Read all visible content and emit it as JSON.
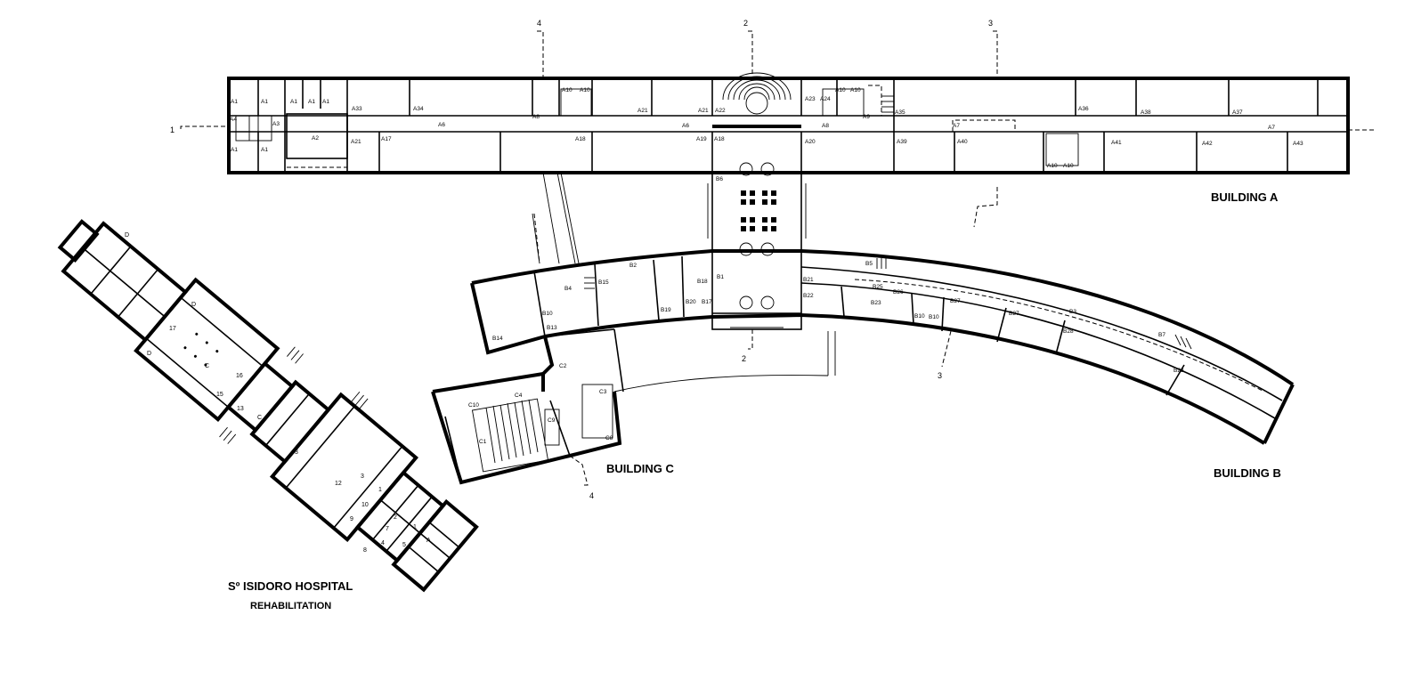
{
  "titles": {
    "building_a": "BUILDING A",
    "building_b": "BUILDING B",
    "building_c": "BUILDING C",
    "hospital": "Sº ISIDORO HOSPITAL",
    "rehabilitation": "REHABILITATION"
  },
  "section_markers": {
    "s1": "1",
    "s2_top": "2",
    "s2_bottom": "2",
    "s3_top": "3",
    "s3_bottom": "3",
    "s4_top": "4",
    "s4_bottom": "4"
  },
  "building_a_rooms": {
    "a1_1": "A1",
    "a1_2": "A1",
    "a1_3": "A1",
    "a1_4": "A1",
    "a1_5": "A1",
    "a1_6": "A1",
    "a1_7": "A1",
    "a2": "A2",
    "a3": "A3",
    "a4": "A4",
    "a5": "A5",
    "a6_1": "A6",
    "a6_2": "A6",
    "a7_1": "A7",
    "a7_2": "A7",
    "a8_1": "A8",
    "a8_2": "A8",
    "a9": "A9",
    "a10_1": "A10",
    "a10_2": "A10",
    "a10_3": "A10",
    "a10_4": "A10",
    "a10_5": "A10",
    "a10_6": "A10",
    "a17": "A17",
    "a18_1": "A18",
    "a18_2": "A18",
    "a19": "A19",
    "a20": "A20",
    "a21_1": "A21",
    "a21_2": "A21",
    "a21_3": "A21",
    "a22": "A22",
    "a23": "A23",
    "a24": "A24",
    "a33": "A33",
    "a34": "A34",
    "a35": "A35",
    "a36": "A36",
    "a37": "A37",
    "a38": "A38",
    "a39": "A39",
    "a40": "A40",
    "a41": "A41",
    "a42": "A42",
    "a43": "A43"
  },
  "building_b_rooms": {
    "b1": "B1",
    "b2": "B2",
    "b3": "B3",
    "b4": "B4",
    "b5": "B5",
    "b6": "B6",
    "b7": "B7",
    "b10_1": "B10",
    "b10_2": "B10",
    "b10_3": "B10",
    "b10_4": "B10",
    "b13": "B13",
    "b14": "B14",
    "b15": "B15",
    "b17": "B17",
    "b18": "B18",
    "b19": "B19",
    "b20": "B20",
    "b21": "B21",
    "b22": "B22",
    "b23": "B23",
    "b25": "B25",
    "b26": "B26",
    "b27_1": "B27",
    "b27_2": "B27",
    "b28_1": "B28",
    "b28_2": "B28"
  },
  "building_c_rooms": {
    "c1": "C1",
    "c2": "C2",
    "c3": "C3",
    "c4": "C4",
    "c8": "C8",
    "c9": "C9",
    "c10": "C10"
  },
  "hospital_rooms": {
    "d1": "D",
    "d2": "D",
    "d3": "D",
    "c1": "C",
    "c2": "C",
    "r17": "17",
    "r16": "16",
    "r15": "15",
    "r13": "13",
    "r3_1": "3",
    "r3_2": "3",
    "r12": "12",
    "r10": "10",
    "r1_1": "1",
    "r1_2": "1",
    "r9": "9",
    "r7": "7",
    "r4": "4",
    "r8": "8",
    "r5": "5",
    "r2": "2",
    "entrance": "A"
  }
}
